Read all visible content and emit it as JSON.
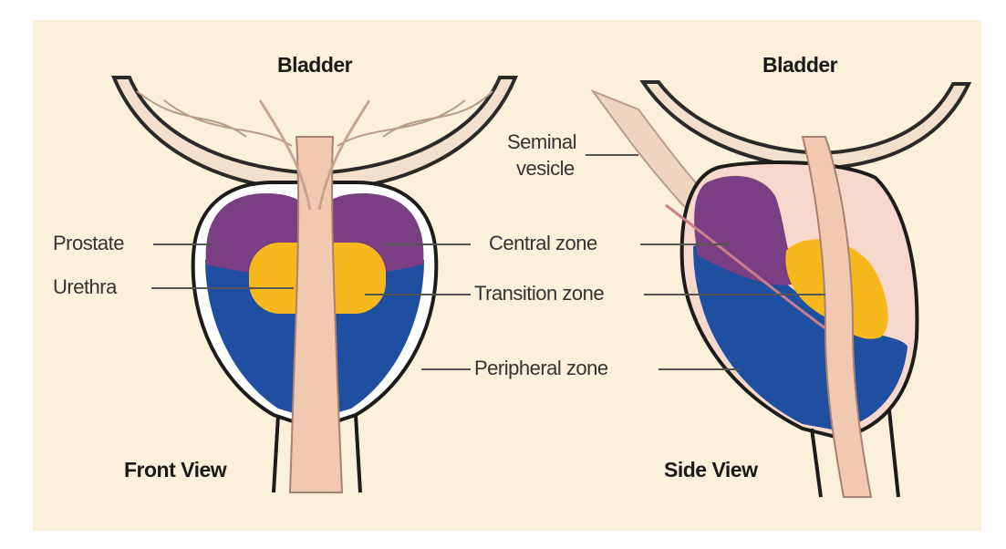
{
  "labels": {
    "bladder_front": "Bladder",
    "bladder_side": "Bladder",
    "seminal_vesicle_1": "Seminal",
    "seminal_vesicle_2": "vesicle",
    "prostate": "Prostate",
    "urethra": "Urethra",
    "central_zone": "Central zone",
    "transition_zone": "Transition zone",
    "peripheral_zone": "Peripheral zone",
    "front_view": "Front View",
    "side_view": "Side View"
  },
  "colors": {
    "background": "#fbf0d9",
    "central_zone": "#7a3f82",
    "transition_zone": "#f7b81d",
    "peripheral_zone": "#1f4fa0",
    "urethra": "#f0c9b0",
    "capsule": "#1c1c1c",
    "bladder_wall": "#f2e0cc"
  }
}
